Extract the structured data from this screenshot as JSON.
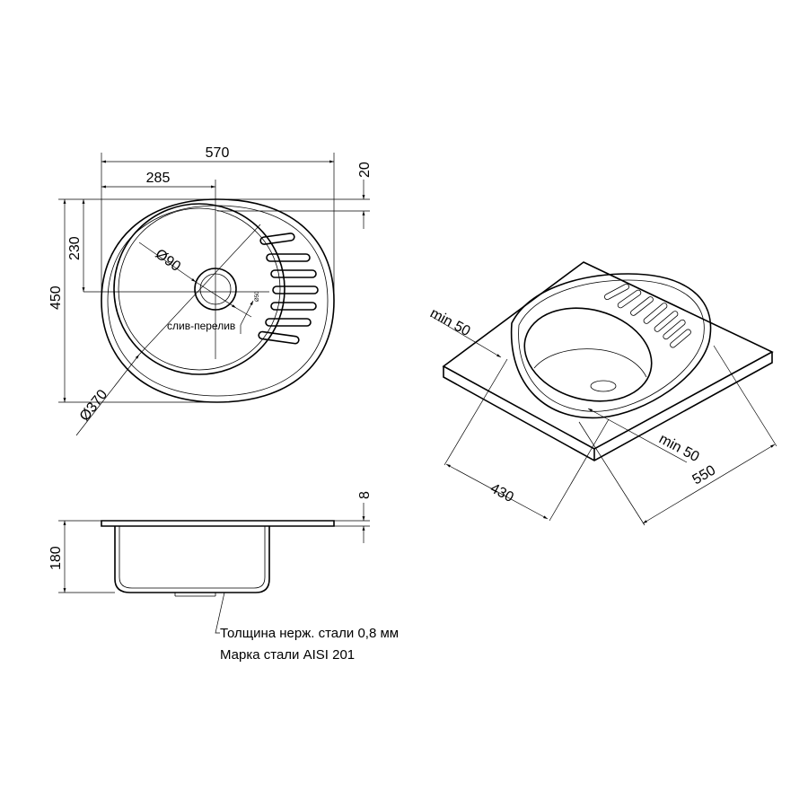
{
  "top_view": {
    "width_total": "570",
    "width_half": "285",
    "rim_offset": "20",
    "height_to_drain": "230",
    "height_total": "450",
    "bowl_diameter": "Ø370",
    "drain_diameter": "Ø90",
    "overflow_diameter": "Ø50",
    "drain_label": "слив-перелив"
  },
  "side_view": {
    "rim_height": "8",
    "depth": "180",
    "notes": [
      "Толщина нерж. стали 0,8 мм",
      "Марка стали AISI 201"
    ]
  },
  "iso_view": {
    "margin_left": "min 50",
    "margin_right": "min 50",
    "cutout_depth": "430",
    "cutout_width": "550"
  },
  "colors": {
    "line": "#000000",
    "background": "#ffffff"
  }
}
